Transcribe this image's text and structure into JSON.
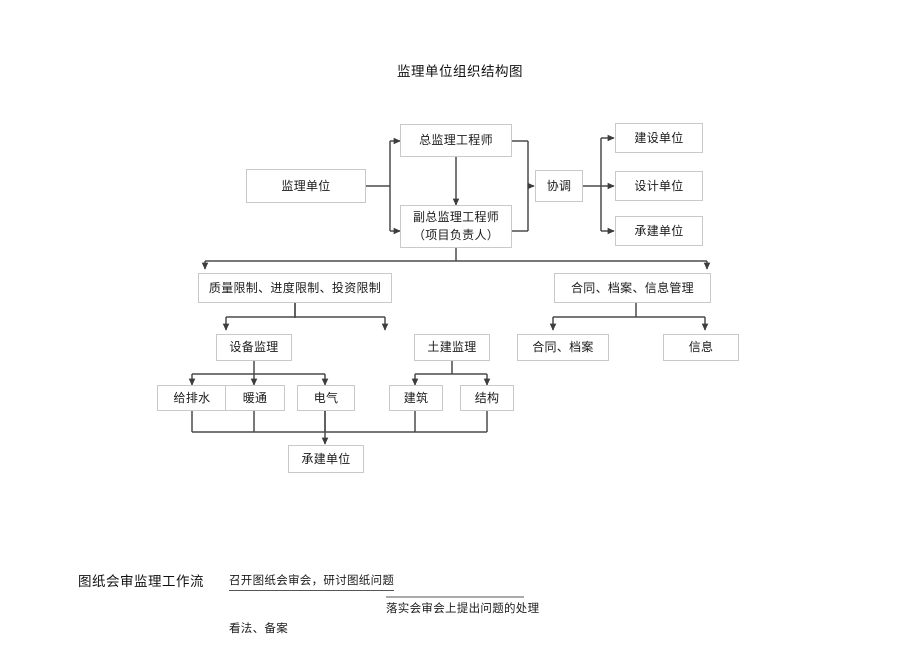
{
  "document": {
    "title": "监理单位组织结构图"
  },
  "colors": {
    "box_border": "#c9c9c9",
    "connector": "#4a4a4a",
    "text": "#1b1b1b",
    "background": "#ffffff"
  },
  "org_chart": {
    "nodes": {
      "supervision_unit": "监理单位",
      "chief_supervision_engineer": "总监理工程师",
      "deputy_chief_engineer_line1": "副总监理工程师",
      "deputy_chief_engineer_line2": "（项目负责人）",
      "coordination": "协调",
      "construction_owner": "建设单位",
      "design_unit": "设计单位",
      "contractor_unit": "承建单位",
      "quality_schedule_investment_control": "质量限制、进度限制、投资限制",
      "contract_archive_info_management": "合同、档案、信息管理",
      "equipment_supervision": "设备监理",
      "civil_supervision": "土建监理",
      "contract_archive": "合同、档案",
      "information": "信息",
      "water_supply_drainage": "给排水",
      "hvac": "暖通",
      "electrical": "电气",
      "architecture": "建筑",
      "structure": "结构",
      "contractor_unit_bottom": "承建单位"
    }
  },
  "drawing_review_flow": {
    "heading": "图纸会审监理工作流",
    "step_1": "召开图纸会审会，研讨图纸问题",
    "step_2": "落实会审会上提出问题的处理",
    "step_3": "看法、备案"
  }
}
